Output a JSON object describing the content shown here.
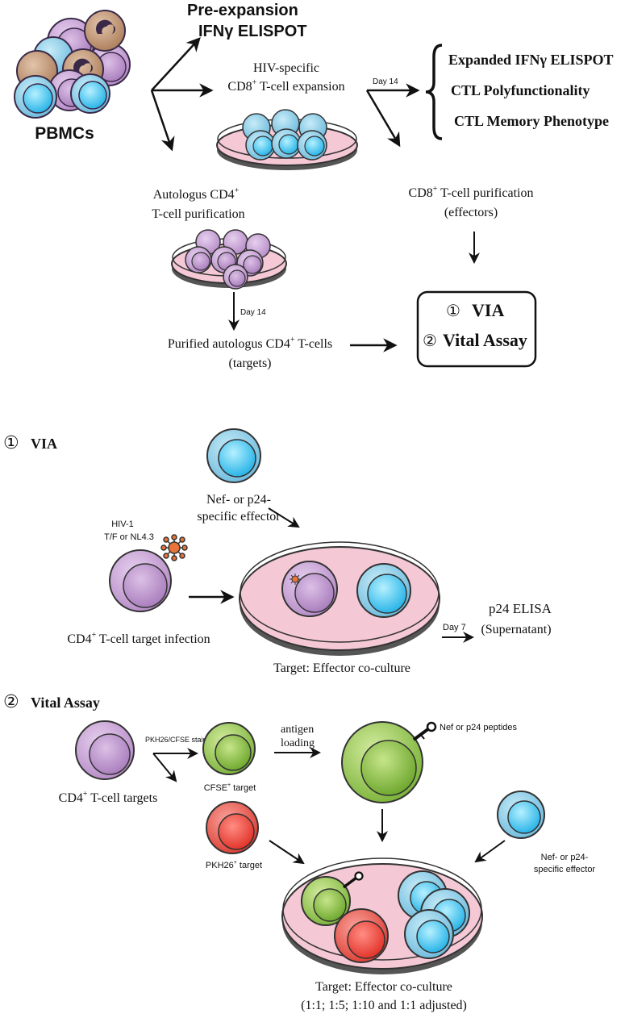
{
  "colors": {
    "purple_fill": "#c9a2d6",
    "purple_stroke": "#3a2a48",
    "blue_fill": "#53c6ec",
    "blue_outer": "#8fcbe6",
    "brown_fill": "#b98d6b",
    "green_fill": "#8fc24a",
    "red_fill": "#e84a3f",
    "dish_fill": "#f5c8d6",
    "virus_fill": "#e8743a",
    "text": "#111111"
  },
  "top": {
    "pbmcs": "PBMCs",
    "pre_expansion_line1": "Pre-expansion",
    "pre_expansion_line2": "IFNγ ELISPOT",
    "hiv_line1": "HIV-specific",
    "hiv_line2_prefix": "CD8",
    "hiv_line2_sup": "+",
    "hiv_line2_suffix": " T-cell expansion",
    "day14_a": "Day 14",
    "expanded": "Expanded IFNγ ELISPOT",
    "polyfunctionality": "CTL Polyfunctionality",
    "memory": "CTL Memory Phenotype",
    "autologus_line1_prefix": "Autologus CD4",
    "autologus_line1_sup": "+",
    "autologus_line2": "T-cell purification",
    "cd8_purif_prefix": "CD8",
    "cd8_purif_sup": "+",
    "cd8_purif_suffix": " T-cell purification",
    "effectors": "(effectors)",
    "day14_b": "Day 14",
    "purified_prefix": "Purified autologus CD4",
    "purified_sup": "+",
    "purified_suffix": " T-cells",
    "targets": "(targets)",
    "box_via": "VIA",
    "box_vital": "Vital Assay",
    "num1": "①",
    "num2": "②"
  },
  "via": {
    "heading_num": "①",
    "heading": "VIA",
    "effector_line1": "Nef- or p24-",
    "effector_line2": "specific effector",
    "hiv_line1": "HIV-1",
    "hiv_line2": "T/F or NL4.3",
    "cd4_prefix": "CD4",
    "cd4_sup": "+",
    "cd4_suffix": " T-cell target infection",
    "day7": "Day 7",
    "elisa_line1": "p24 ELISA",
    "elisa_line2": "(Supernatant)",
    "coculture": "Target: Effector co-culture"
  },
  "vital": {
    "heading_num": "②",
    "heading": "Vital Assay",
    "stain": "PKH26/CFSE stain",
    "antigen_line1": "antigen",
    "antigen_line2": "loading",
    "peptides": "Nef or p24 peptides",
    "cd4_targets_prefix": "CD4",
    "cd4_targets_sup": "+",
    "cd4_targets_suffix": " T-cell targets",
    "cfse_prefix": "CFSE",
    "cfse_sup": "+",
    "cfse_suffix": " target",
    "pkh_prefix": "PKH26",
    "pkh_sup": "+",
    "pkh_suffix": " target",
    "effector_line1": "Nef- or p24-",
    "effector_line2": "specific effector",
    "coculture_line1": "Target: Effector co-culture",
    "coculture_line2": "(1:1; 1:5; 1:10 and 1:1 adjusted)"
  }
}
